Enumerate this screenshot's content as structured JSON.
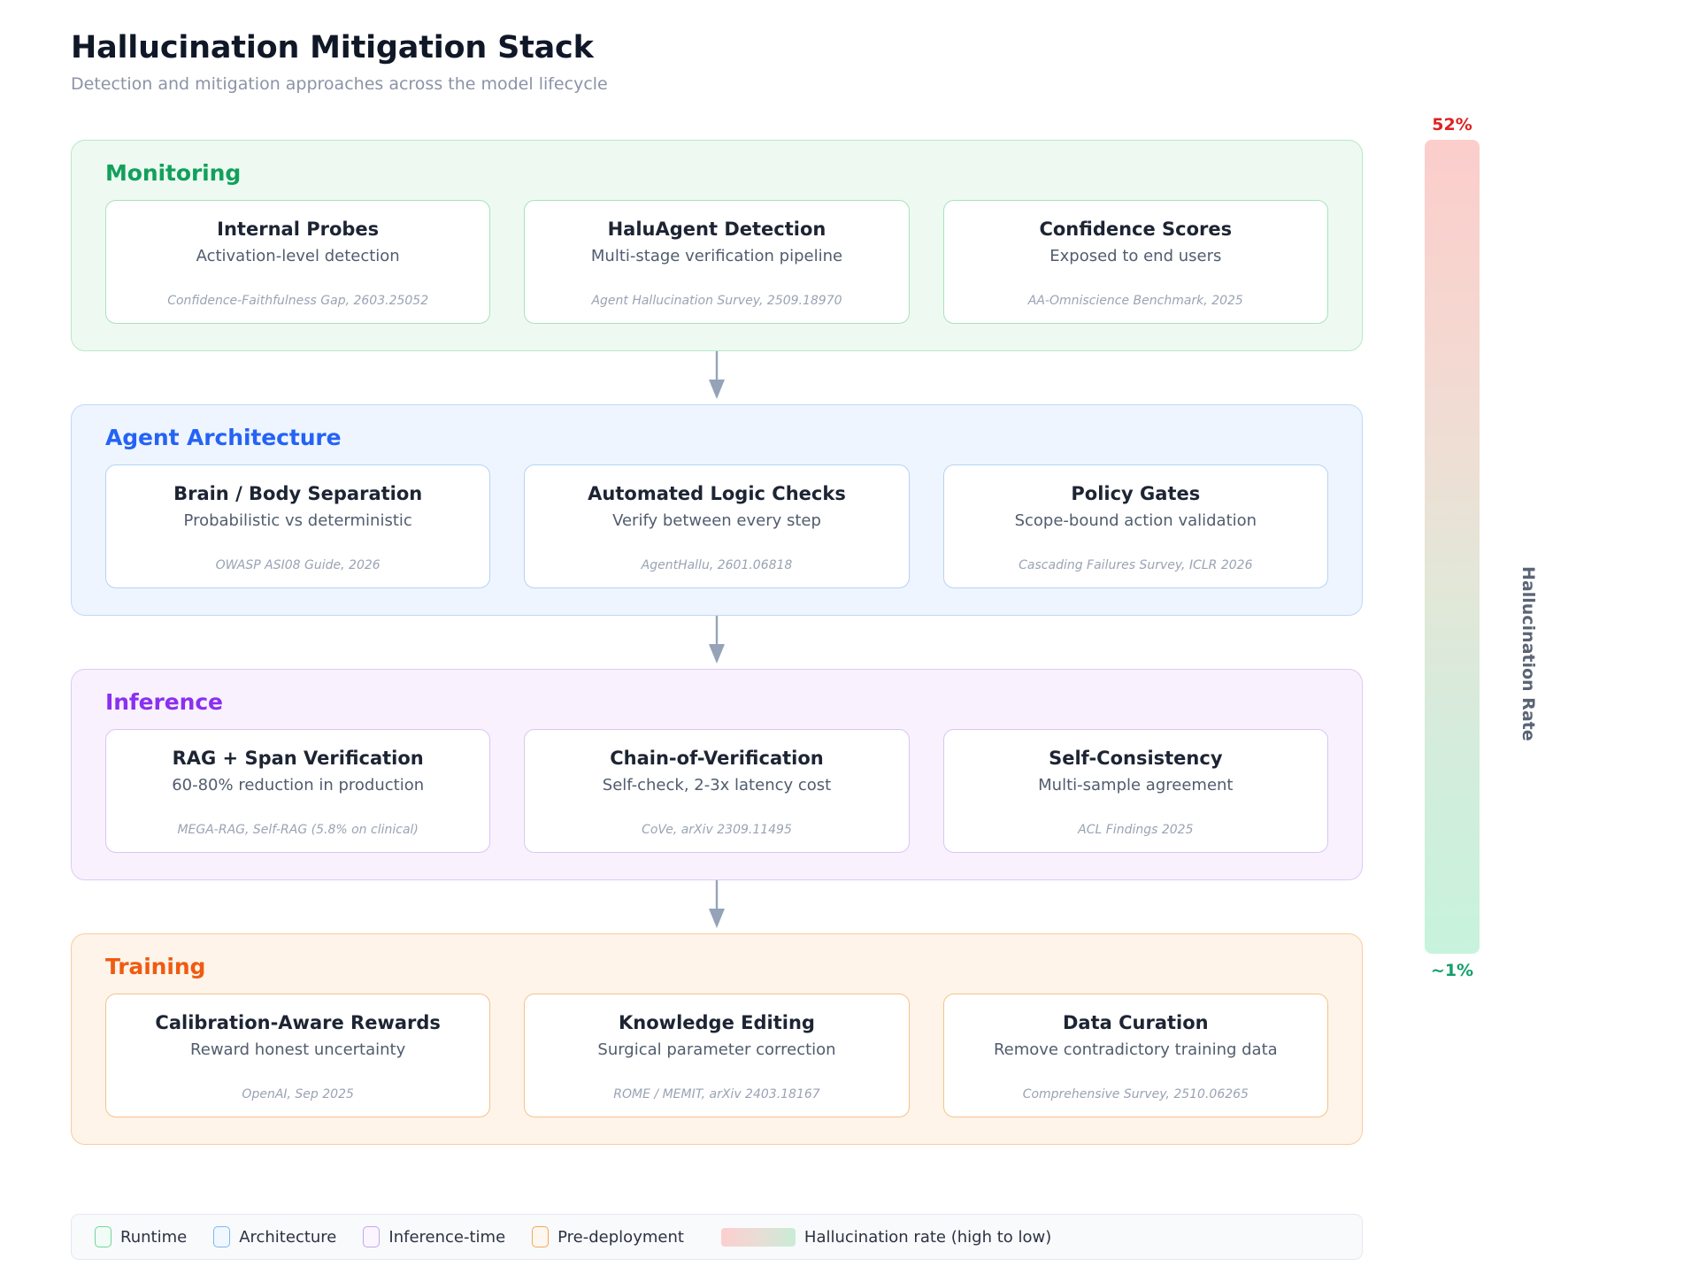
{
  "header": {
    "title": "Hallucination Mitigation Stack",
    "subtitle": "Detection and mitigation approaches across the model lifecycle"
  },
  "layers": [
    {
      "key": "monitoring",
      "title": "Monitoring",
      "color": "#12a05c",
      "cards": [
        {
          "title": "Internal Probes",
          "sub": "Activation-level detection",
          "cite": "Confidence-Faithfulness Gap, 2603.25052"
        },
        {
          "title": "HaluAgent Detection",
          "sub": "Multi-stage verification pipeline",
          "cite": "Agent Hallucination Survey, 2509.18970"
        },
        {
          "title": "Confidence Scores",
          "sub": "Exposed to end users",
          "cite": "AA-Omniscience Benchmark, 2025"
        }
      ]
    },
    {
      "key": "agent",
      "title": "Agent Architecture",
      "color": "#2563f6",
      "cards": [
        {
          "title": "Brain / Body Separation",
          "sub": "Probabilistic vs deterministic",
          "cite": "OWASP ASI08 Guide, 2026"
        },
        {
          "title": "Automated Logic Checks",
          "sub": "Verify between every step",
          "cite": "AgentHallu, 2601.06818"
        },
        {
          "title": "Policy Gates",
          "sub": "Scope-bound action validation",
          "cite": "Cascading Failures Survey, ICLR 2026"
        }
      ]
    },
    {
      "key": "inference",
      "title": "Inference",
      "color": "#8b2ff0",
      "cards": [
        {
          "title": "RAG + Span Verification",
          "sub": "60-80% reduction in production",
          "cite": "MEGA-RAG, Self-RAG (5.8% on clinical)"
        },
        {
          "title": "Chain-of-Verification",
          "sub": "Self-check, 2-3x latency cost",
          "cite": "CoVe, arXiv 2309.11495"
        },
        {
          "title": "Self-Consistency",
          "sub": "Multi-sample agreement",
          "cite": "ACL Findings 2025"
        }
      ]
    },
    {
      "key": "training",
      "title": "Training",
      "color": "#ef5b12",
      "cards": [
        {
          "title": "Calibration-Aware Rewards",
          "sub": "Reward honest uncertainty",
          "cite": "OpenAI, Sep 2025"
        },
        {
          "title": "Knowledge Editing",
          "sub": "Surgical parameter correction",
          "cite": "ROME / MEMIT, arXiv 2403.18167"
        },
        {
          "title": "Data Curation",
          "sub": "Remove contradictory training data",
          "cite": "Comprehensive Survey, 2510.06265"
        }
      ]
    }
  ],
  "legend": {
    "items": [
      {
        "label": "Runtime",
        "color": "#6fd79a",
        "fill": "#f2fcf6"
      },
      {
        "label": "Architecture",
        "color": "#7db7f2",
        "fill": "#f1f7fe"
      },
      {
        "label": "Inference-time",
        "color": "#c6a6ee",
        "fill": "#faf5fe"
      },
      {
        "label": "Pre-deployment",
        "color": "#f4a55a",
        "fill": "#fef7ef"
      }
    ],
    "gradient_label": "Hallucination rate (high to low)"
  },
  "colorbar": {
    "top_label": "52%",
    "bottom_label": "~1%",
    "axis_title": "Hallucination Rate",
    "top_color": "#dd2222",
    "bottom_color": "#10a06a"
  },
  "chart_data": {
    "type": "diagram",
    "title": "Hallucination Mitigation Stack",
    "subtitle": "Detection and mitigation approaches across the model lifecycle",
    "flow": [
      "Monitoring",
      "Agent Architecture",
      "Inference",
      "Training"
    ],
    "colorbar_range": [
      "~1%",
      "52%"
    ],
    "colorbar_label": "Hallucination Rate"
  }
}
